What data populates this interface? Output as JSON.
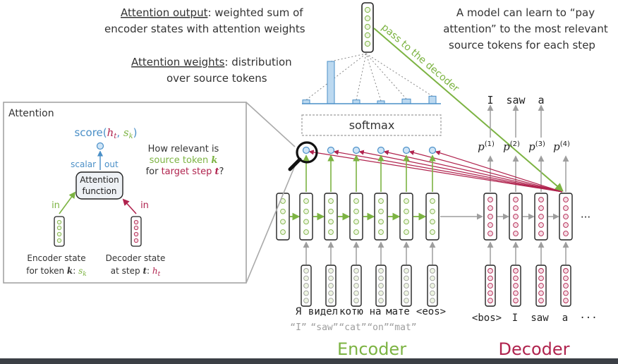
{
  "annotations": {
    "output_term": "Attention output",
    "output_rest1": ": weighted sum of",
    "output_line2": "encoder states with attention weights",
    "weights_term": "Attention weights",
    "weights_rest1": ": distribution",
    "weights_line2": "over source tokens",
    "pay_line1": "A model can learn to “pay",
    "pay_line2": "attention” to the most relevant",
    "pay_line3": "source tokens for each step",
    "pass_label": "pass to the decoder"
  },
  "softmax_label": "softmax",
  "attention_panel": {
    "title": "Attention",
    "score_prefix": "score(",
    "score_h": "h",
    "score_t": "t",
    "score_comma": ", ",
    "score_s": "s",
    "score_k": "k",
    "score_suffix": ")",
    "scalar_label": "scalar",
    "out_label": "out",
    "question_line1": "How relevant is",
    "question_line2_text": "source token ",
    "question_line2_var": "k",
    "question_line3_text": "for ",
    "question_line3_var_text": "target step ",
    "question_line3_var": "t",
    "question_mark": "?",
    "function_line1": "Attention",
    "function_line2": "function",
    "in_left": "in",
    "in_right": "in",
    "encoder_line1": "Encoder state",
    "encoder_line2_text": "for token ",
    "encoder_line2_var": "k",
    "encoder_line2_colon": ": ",
    "encoder_line2_sym": "s",
    "encoder_line2_sub": "k",
    "decoder_line1": "Decoder state",
    "decoder_line2_text": "at step ",
    "decoder_line2_var": "t",
    "decoder_line2_colon": ": ",
    "decoder_line2_sym": "h",
    "decoder_line2_sub": "t"
  },
  "source_tokens": [
    "Я",
    "видел",
    "котю",
    "на",
    "мате",
    "<eos>"
  ],
  "source_gloss": [
    "“I”",
    "“saw”",
    "“cat”",
    "“on”",
    "“mat”"
  ],
  "decoder_inputs": [
    "<bos>",
    "I",
    "saw",
    "a",
    "···"
  ],
  "decoder_outputs": [
    "I",
    "saw",
    "a"
  ],
  "prob_labels": [
    {
      "p": "p",
      "sup": "(1)"
    },
    {
      "p": "p",
      "sup": "(2)"
    },
    {
      "p": "p",
      "sup": "(3)"
    },
    {
      "p": "p",
      "sup": "(4)"
    }
  ],
  "ellipsis": "···",
  "encoder_label": "Encoder",
  "decoder_label": "Decoder",
  "attention_weights": [
    0.04,
    0.45,
    0.04,
    0.03,
    0.05,
    0.08
  ],
  "colors": {
    "green": "#7cb342",
    "red": "#b0234e",
    "blue": "#4a8fc7",
    "gray": "#9e9e9e",
    "enc_cell": "#eef5e2",
    "dec_cell": "#f6dde5"
  }
}
